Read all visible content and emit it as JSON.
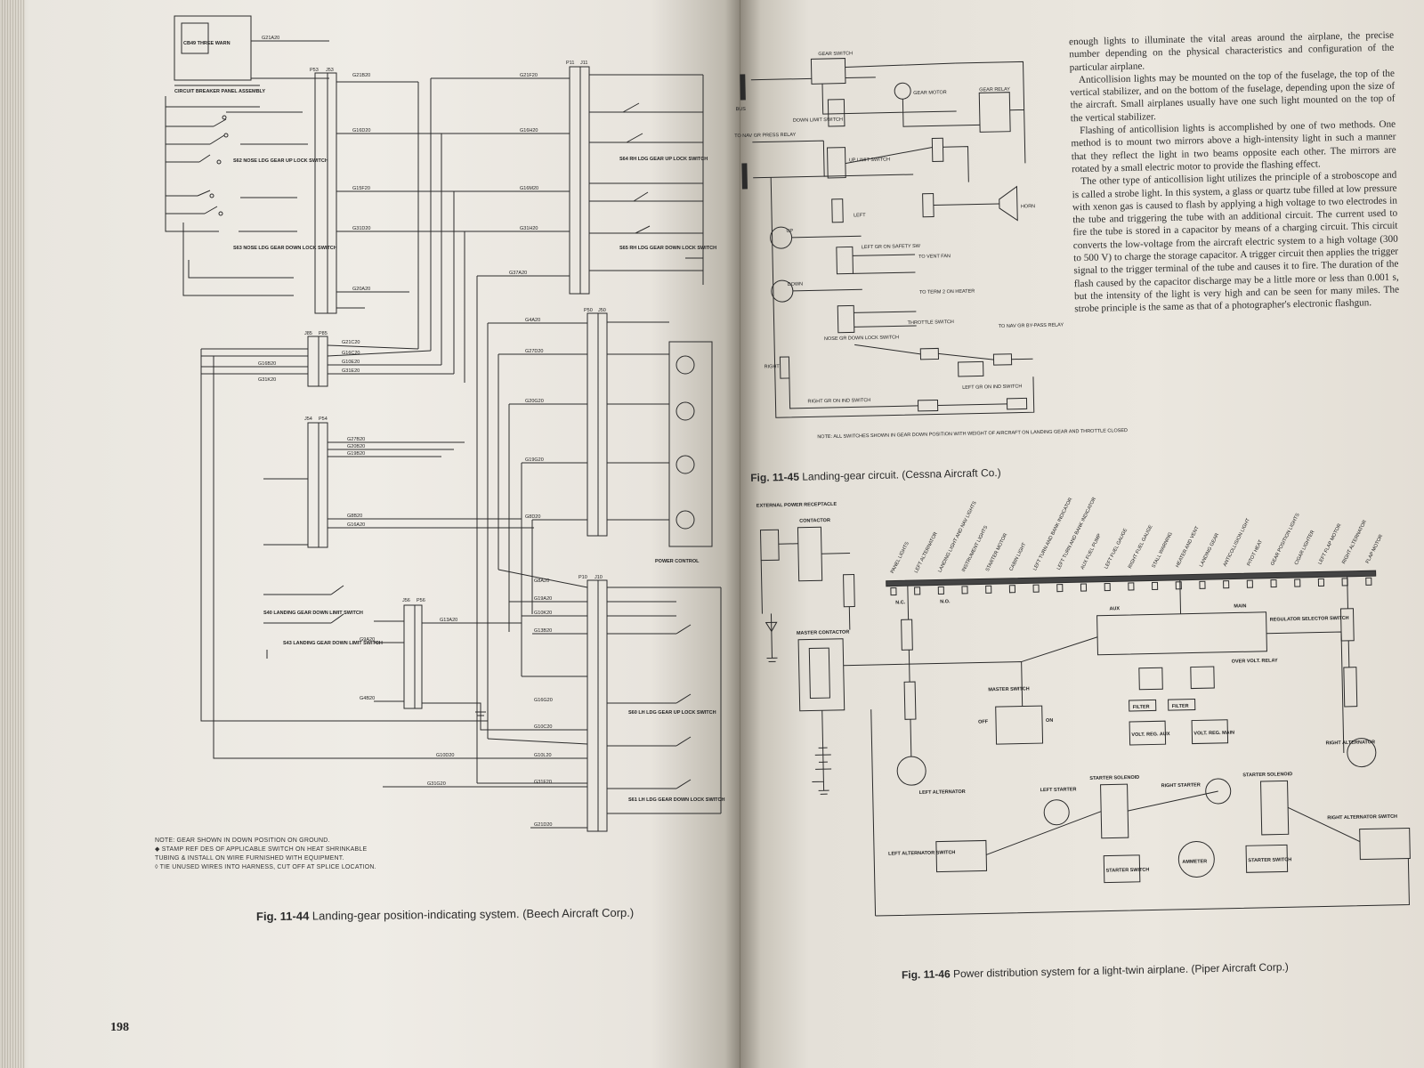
{
  "left_page": {
    "page_number": "198",
    "figure_44": {
      "number": "Fig. 11-44",
      "caption": "Landing-gear position-indicating system. (Beech Aircraft Corp.)",
      "notes": [
        "NOTE: GEAR SHOWN IN DOWN POSITION ON GROUND.",
        "◆ STAMP REF DES OF APPLICABLE SWITCH ON HEAT SHRINKABLE TUBING & INSTALL ON WIRE FURNISHED WITH EQUIPMENT.",
        "◊ TIE UNUSED WIRES INTO HARNESS, CUT OFF AT SPLICE LOCATION."
      ],
      "labels": {
        "cb_panel": "CIRCUIT BREAKER PANEL ASSEMBLY",
        "cb_item": "CB49 THREE WARN",
        "s62": "S62 NOSE LDG GEAR UP LOCK SWITCH",
        "s63": "S63 NOSE LDG GEAR DOWN LOCK SWITCH",
        "s40": "S40 LANDING GEAR DOWN LIMIT SWITCH",
        "s43": "S43 LANDING GEAR DOWN LIMIT SWITCH",
        "s60": "S60 LH LDG GEAR UP LOCK SWITCH",
        "s61": "S61 LH LDG GEAR DOWN LOCK SWITCH",
        "s64": "S64 RH LDG GEAR UP LOCK SWITCH",
        "s65": "S65 RH LDG GEAR DOWN LOCK SWITCH",
        "power_control": "POWER CONTROL",
        "connectors": [
          "P53",
          "J53",
          "P11",
          "J11",
          "J85",
          "P85",
          "J54",
          "P54",
          "P50",
          "J50",
          "P10",
          "J10",
          "J56",
          "P56"
        ],
        "wires": [
          "G21A20",
          "G21B20",
          "G16D20",
          "G15F20",
          "G31D20",
          "G20A20",
          "G21F20",
          "G16H20",
          "G16M20",
          "G31H20",
          "G37A20",
          "G4A20",
          "G27D20",
          "G20G20",
          "G19G20",
          "G8D20",
          "G8A20",
          "G19A20",
          "G10K20",
          "G13B20",
          "G16G20",
          "G10C20",
          "G10D20",
          "G10L20",
          "G31G20",
          "G31F20",
          "G21D20",
          "G16B20",
          "G31K20",
          "G21C20",
          "G16C20",
          "G10E20",
          "G31E20",
          "G27B20",
          "G20B20",
          "G19B20",
          "G8B20",
          "G16A20",
          "G13A20",
          "G9A20",
          "G4B20"
        ]
      }
    }
  },
  "right_page": {
    "figure_45": {
      "number": "Fig. 11-45",
      "caption": "Landing-gear circuit. (Cessna Aircraft Co.)",
      "note": "NOTE: ALL SWITCHES SHOWN IN GEAR DOWN POSITION WITH WEIGHT OF AIRCRAFT ON LANDING GEAR AND THROTTLE CLOSED",
      "labels": [
        "GEAR SWITCH",
        "GEAR MOTOR",
        "GEAR RELAY",
        "DOWN LIMIT SWITCH",
        "UP LIMIT SWITCH",
        "LEFT",
        "BUS",
        "TO NAV GR PRESS RELAY",
        "LEFT GR ON SAFETY SW",
        "TO VENT FAN",
        "TO TERM 2 ON HEATER",
        "THROTTLE SWITCH",
        "NOSE GR DOWN LOCK SWITCH",
        "RIGHT GR ON IND SWITCH",
        "RIGHT",
        "HORN",
        "UP",
        "DOWN",
        "LEFT GR ON IND SWITCH",
        "TO NAV GR BY-PASS RELAY"
      ]
    },
    "figure_46": {
      "number": "Fig. 11-46",
      "caption": "Power distribution system for a light-twin airplane. (Piper Aircraft Corp.)",
      "labels": {
        "external_power": "EXTERNAL POWER RECEPTACLE",
        "contactor": "CONTACTOR",
        "master_contactor": "MASTER CONTACTOR",
        "master_switch": "MASTER SWITCH",
        "off": "OFF",
        "on": "ON",
        "nc": "N.C.",
        "no": "N.O.",
        "aux": "AUX",
        "main": "MAIN",
        "regulator_selector": "REGULATOR SELECTOR SWITCH",
        "overvolt_relay": "OVER VOLT. RELAY",
        "filter": "FILTER",
        "volt_reg_aux": "VOLT. REG. AUX",
        "volt_reg_main": "VOLT. REG. MAIN",
        "left_alternator": "LEFT ALTERNATOR",
        "right_alternator": "RIGHT ALTERNATOR",
        "left_alternator_switch": "LEFT ALTERNATOR SWITCH",
        "right_alternator_switch": "RIGHT ALTERNATOR SWITCH",
        "left_starter": "LEFT STARTER",
        "right_starter": "RIGHT STARTER",
        "starter_solenoid": "STARTER SOLENOID",
        "starter_switch": "STARTER SWITCH",
        "ammeter": "AMMETER",
        "bus_loads": [
          "PANEL LIGHTS",
          "LEFT ALTERNATOR",
          "LANDING LIGHT AND NAV LIGHTS",
          "INSTRUMENT LIGHTS",
          "STARTER MOTOR",
          "CABIN LIGHT",
          "LEFT TURN AND BANK INDICATOR",
          "LEFT TURN AND BANK INDICATOR",
          "AUX FUEL PUMP",
          "LEFT FUEL GAUGE",
          "RIGHT FUEL GAUGE",
          "STALL WARNING",
          "HEATER AND VENT",
          "LANDING GEAR",
          "ANTICOLLISION LIGHT",
          "PITOT HEAT",
          "GEAR POSITION LIGHTS",
          "CIGAR LIGHTER",
          "LEFT FLAP MOTOR",
          "RIGHT ALTERNATOR",
          "FLAP MOTOR"
        ]
      }
    },
    "body_text": [
      "enough lights to illuminate the vital areas around the airplane, the precise number depending on the physical characteristics and configuration of the particular airplane.",
      "Anticollision lights may be mounted on the top of the fuselage, the top of the vertical stabilizer, and on the bottom of the fuselage, depending upon the size of the aircraft. Small airplanes usually have one such light mounted on the top of the vertical stabilizer.",
      "Flashing of anticollision lights is accomplished by one of two methods. One method is to mount two mirrors above a high-intensity light in such a manner that they reflect the light in two beams opposite each other. The mirrors are rotated by a small electric motor to provide the flashing effect.",
      "The other type of anticollision light utilizes the principle of a stroboscope and is called a strobe light. In this system, a glass or quartz tube filled at low pressure with xenon gas is caused to flash by applying a high voltage to two electrodes in the tube and triggering the tube with an additional circuit. The current used to fire the tube is stored in a capacitor by means of a charging circuit. This circuit converts the low-voltage from the aircraft electric system to a high voltage (300 to 500 V) to charge the storage capacitor. A trigger circuit then applies the trigger signal to the trigger terminal of the tube and causes it to fire. The duration of the flash caused by the capacitor discharge may be a little more or less than 0.001 s, but the intensity of the light is very high and can be seen for many miles. The strobe principle is the same as that of a photographer's electronic flashgun."
    ]
  }
}
